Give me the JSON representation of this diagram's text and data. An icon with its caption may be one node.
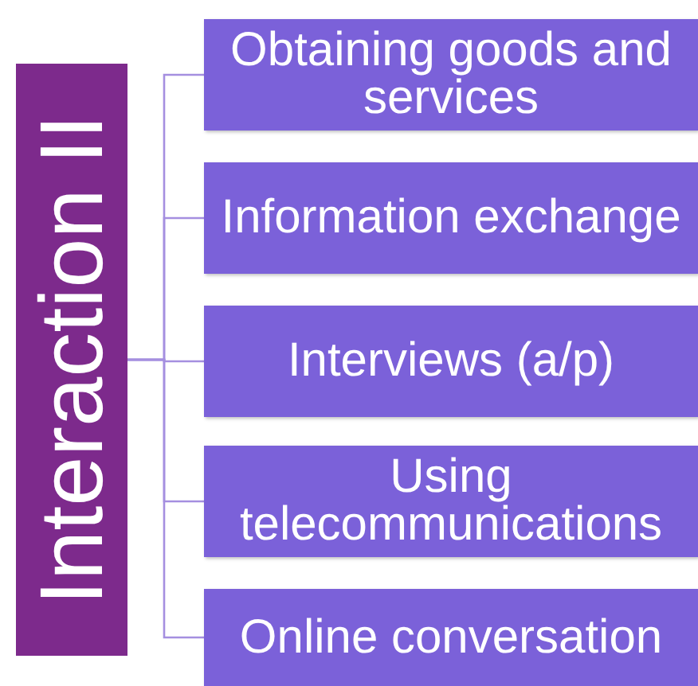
{
  "diagram": {
    "nodes": [
      {
        "text": [
          "Interaction II"
        ]
      },
      {
        "text": [
          "Obtaining goods and services"
        ]
      },
      {
        "text": [
          "Information exchange"
        ]
      },
      {
        "text": [
          "Interviews (a/p)"
        ]
      },
      {
        "text": [
          "Using telecommunications"
        ]
      },
      {
        "text": [
          "Online conversation"
        ]
      }
    ],
    "edges": [
      {
        "from": 0,
        "to": 1,
        "arrow": "none"
      },
      {
        "from": 0,
        "to": 2,
        "arrow": "none"
      },
      {
        "from": 0,
        "to": 3,
        "arrow": "none"
      },
      {
        "from": 0,
        "to": 4,
        "arrow": "none"
      },
      {
        "from": 0,
        "to": 5,
        "arrow": "none"
      }
    ]
  }
}
